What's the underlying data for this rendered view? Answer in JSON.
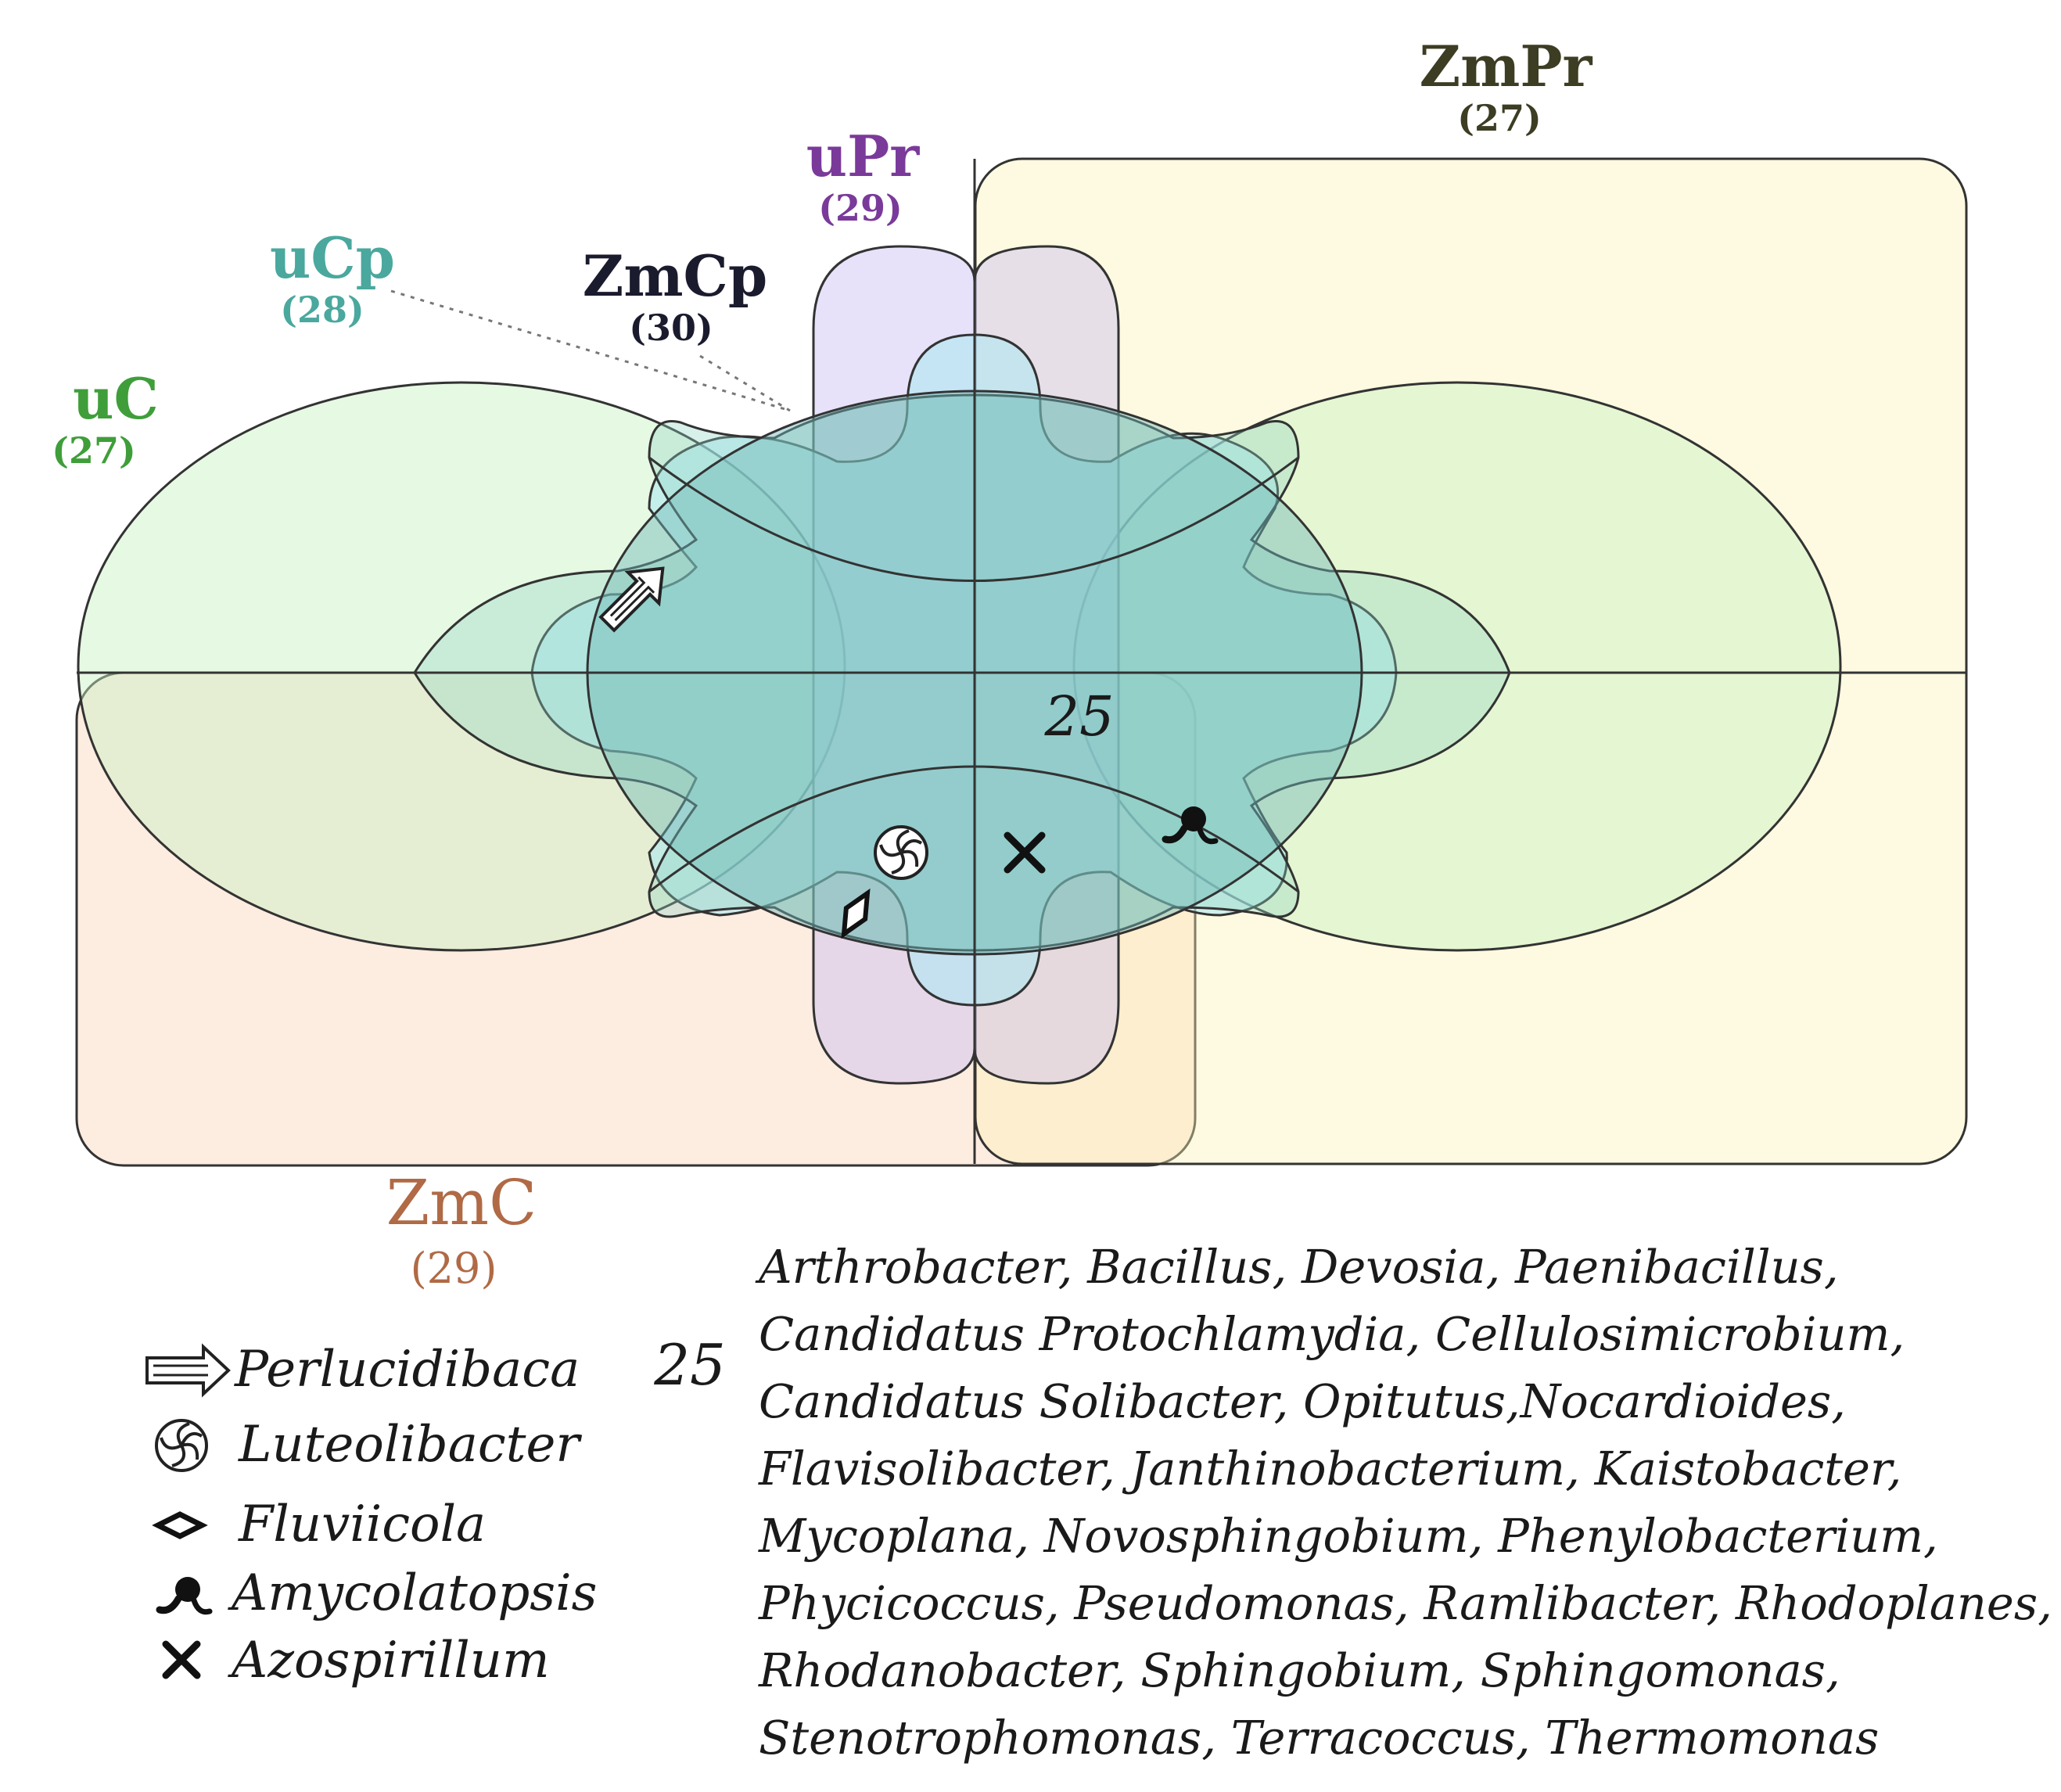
{
  "sets": [
    {
      "id": "uC",
      "label": "uC",
      "count": "(27)",
      "color": "#3f9e3a"
    },
    {
      "id": "uCp",
      "label": "uCp",
      "count": "(28)",
      "color": "#4aa89e"
    },
    {
      "id": "ZmCp",
      "label": "ZmCp",
      "count": "(30)",
      "color": "#1b1b2e"
    },
    {
      "id": "uPr",
      "label": "uPr",
      "count": "(29)",
      "color": "#7a3a9a"
    },
    {
      "id": "ZmPr",
      "label": "ZmPr",
      "count": "(27)",
      "color": "#3d3d24"
    },
    {
      "id": "ZmC",
      "label": "ZmC",
      "count": "(29)",
      "color": "#b06a45"
    }
  ],
  "center_count": "25",
  "legend": [
    {
      "symbol": "arrow-icon",
      "name": "Perlucidibaca"
    },
    {
      "symbol": "swirl-icon",
      "name": "Luteolibacter"
    },
    {
      "symbol": "diamond-icon",
      "name": "Fluviicola"
    },
    {
      "symbol": "hook-icon",
      "name": "Amycolatopsis"
    },
    {
      "symbol": "cross-icon",
      "name": "Azospirillum"
    }
  ],
  "genera_count": "25",
  "genera_lines": [
    "Arthrobacter, Bacillus, Devosia, Paenibacillus,",
    "Candidatus Protochlamydia, Cellulosimicrobium,",
    "Candidatus Solibacter, Opitutus,Nocardioides,",
    "Flavisolibacter, Janthinobacterium, Kaistobacter,",
    "Mycoplana, Novosphingobium, Phenylobacterium,",
    "Phycicoccus, Pseudomonas, Ramlibacter, Rhodoplanes,",
    "Rhodanobacter, Sphingobium, Sphingomonas,",
    "Stenotrophomonas, Terracoccus, Thermomonas"
  ]
}
